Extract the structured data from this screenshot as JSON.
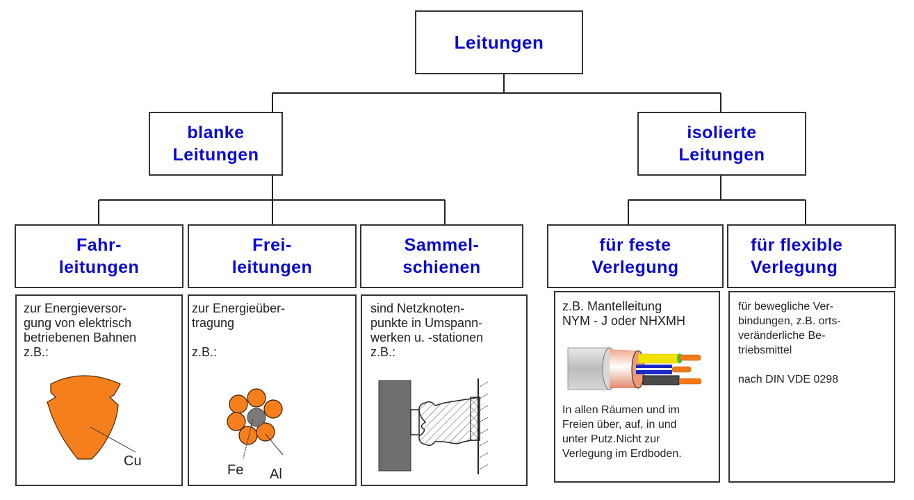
{
  "diagram": {
    "root": {
      "label_lines": [
        "Leitungen"
      ]
    },
    "level2": [
      {
        "id": "blank",
        "label_lines": [
          "blanke",
          "Leitungen"
        ]
      },
      {
        "id": "isoliert",
        "label_lines": [
          "isolierte",
          "Leitungen"
        ]
      }
    ],
    "level3": [
      {
        "id": "fahr",
        "parent": "blank",
        "label_lines": [
          "Fahr-",
          "leitungen"
        ],
        "description_lines": [
          "zur Energieversor-",
          "gung von elektrisch",
          "betriebenen Bahnen",
          "z.B.:"
        ],
        "figure": {
          "type": "contact-wire-profile",
          "labels": [
            "Cu"
          ]
        }
      },
      {
        "id": "frei",
        "parent": "blank",
        "label_lines": [
          "Frei-",
          "leitungen"
        ],
        "description_lines": [
          "zur Energieüber-",
          "tragung",
          "",
          "z.B.:"
        ],
        "figure": {
          "type": "stranded-conductor",
          "labels": [
            "Fe",
            "Al"
          ]
        }
      },
      {
        "id": "sammel",
        "parent": "blank",
        "label_lines": [
          "Sammel-",
          "schienen"
        ],
        "description_lines": [
          "sind Netzknoten-",
          "punkte in Umspann-",
          "werken u. -stationen",
          "z.B.:"
        ],
        "figure": {
          "type": "busbar-insulator"
        }
      },
      {
        "id": "fest",
        "parent": "isoliert",
        "label_lines": [
          "für feste",
          "Verlegung"
        ],
        "description_lines": [
          "z.B. Mantelleitung",
          "NYM - J oder NHXMH"
        ],
        "description_after_figure_lines": [
          "In allen Räumen und im",
          "Freien über, auf, in und",
          "unter Putz.Nicht zur",
          "Verlegung im Erdboden."
        ],
        "figure": {
          "type": "sheathed-cable"
        }
      },
      {
        "id": "flex",
        "parent": "isoliert",
        "label_lines": [
          "für flexible",
          "Verlegung"
        ],
        "description_lines": [
          "für bewegliche Ver-",
          "bindungen, z.B. orts-",
          "veränderliche Be-",
          "triebsmittel",
          "",
          "nach DIN VDE 0298"
        ]
      }
    ]
  },
  "colors": {
    "heading_text": "#0a0ad2",
    "body_text": "#222222",
    "copper": "#f57f1c",
    "steel_core": "#7a7a7a",
    "busbar": "#6e6e6e",
    "border": "#333333"
  }
}
